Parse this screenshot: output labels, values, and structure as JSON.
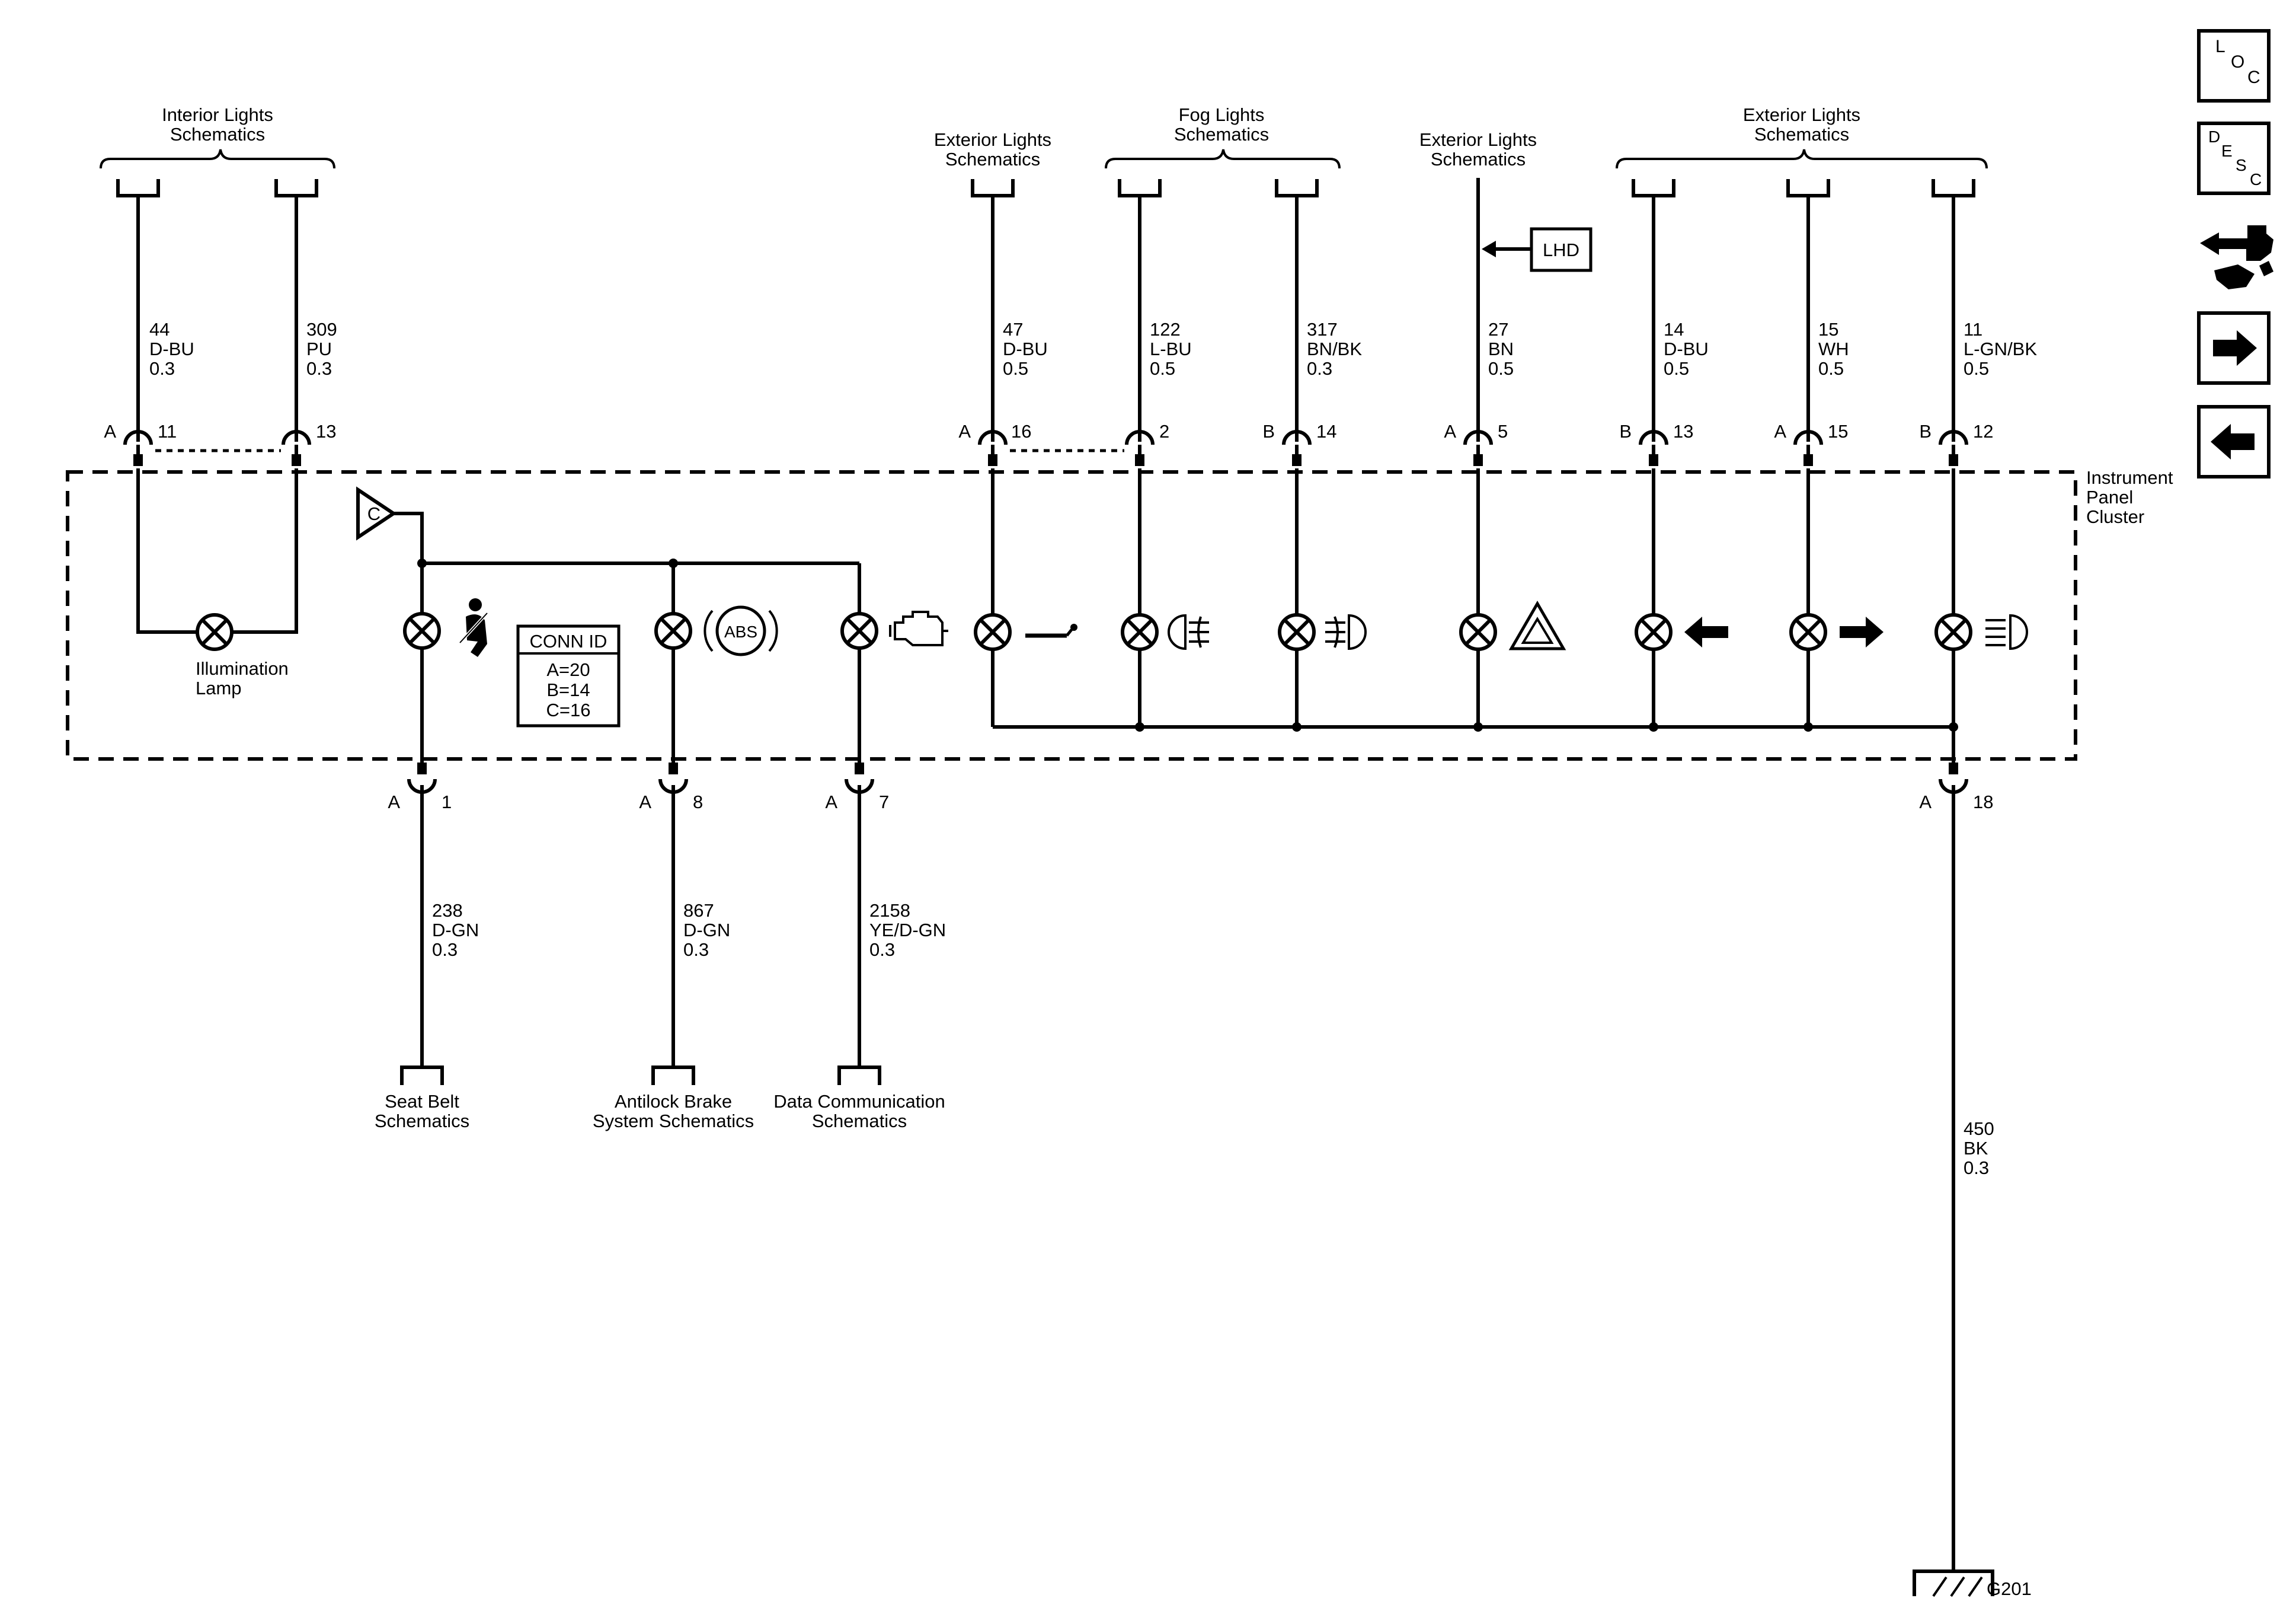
{
  "top_groups": [
    {
      "lines": [
        "Interior Lights",
        "Schematics"
      ]
    },
    {
      "lines": [
        "Exterior Lights",
        "Schematics"
      ]
    },
    {
      "lines": [
        "Fog Lights",
        "Schematics"
      ]
    },
    {
      "lines": [
        "Exterior Lights",
        "Schematics"
      ]
    },
    {
      "lines": [
        "Exterior Lights",
        "Schematics"
      ]
    }
  ],
  "top_wires": [
    {
      "circuit": "44",
      "color": "D-BU",
      "gauge": "0.3",
      "conn": "A",
      "pin": "11"
    },
    {
      "circuit": "309",
      "color": "PU",
      "gauge": "0.3",
      "conn": "",
      "pin": "13"
    },
    {
      "circuit": "47",
      "color": "D-BU",
      "gauge": "0.5",
      "conn": "A",
      "pin": "16"
    },
    {
      "circuit": "122",
      "color": "L-BU",
      "gauge": "0.5",
      "conn": "",
      "pin": "2"
    },
    {
      "circuit": "317",
      "color": "BN/BK",
      "gauge": "0.3",
      "conn": "B",
      "pin": "14"
    },
    {
      "circuit": "27",
      "color": "BN",
      "gauge": "0.5",
      "conn": "A",
      "pin": "5"
    },
    {
      "circuit": "14",
      "color": "D-BU",
      "gauge": "0.5",
      "conn": "B",
      "pin": "13"
    },
    {
      "circuit": "15",
      "color": "WH",
      "gauge": "0.5",
      "conn": "A",
      "pin": "15"
    },
    {
      "circuit": "11",
      "color": "L-GN/BK",
      "gauge": "0.5",
      "conn": "B",
      "pin": "12"
    }
  ],
  "lhd_label": "LHD",
  "module": {
    "lines": [
      "Instrument",
      "Panel",
      "Cluster"
    ]
  },
  "illumination_lamp": {
    "lines": [
      "Illumination",
      "Lamp"
    ]
  },
  "splice_label": "C",
  "abs_icon_text": "ABS",
  "conn_id": {
    "title": "CONN ID",
    "rows": [
      "A=20",
      "B=14",
      "C=16"
    ]
  },
  "bottom_wires": [
    {
      "conn": "A",
      "pin": "1",
      "circuit": "238",
      "color": "D-GN",
      "gauge": "0.3",
      "dest": [
        "Seat Belt",
        "Schematics"
      ]
    },
    {
      "conn": "A",
      "pin": "8",
      "circuit": "867",
      "color": "D-GN",
      "gauge": "0.3",
      "dest": [
        "Antilock Brake",
        "System Schematics"
      ]
    },
    {
      "conn": "A",
      "pin": "7",
      "circuit": "2158",
      "color": "YE/D-GN",
      "gauge": "0.3",
      "dest": [
        "Data Communication",
        "Schematics"
      ]
    }
  ],
  "ground_wire": {
    "conn": "A",
    "pin": "18",
    "circuit": "450",
    "color": "BK",
    "gauge": "0.3",
    "ground": "G201"
  },
  "nav_buttons": [
    {
      "name": "loc-button",
      "letters": [
        "L",
        "O",
        "C"
      ]
    },
    {
      "name": "desc-button",
      "letters": [
        "D",
        "E",
        "S",
        "C"
      ]
    },
    {
      "name": "connector-tool-icon"
    },
    {
      "name": "next-page-button",
      "icon": "arrow-right-icon"
    },
    {
      "name": "previous-page-button",
      "icon": "arrow-left-icon"
    }
  ]
}
